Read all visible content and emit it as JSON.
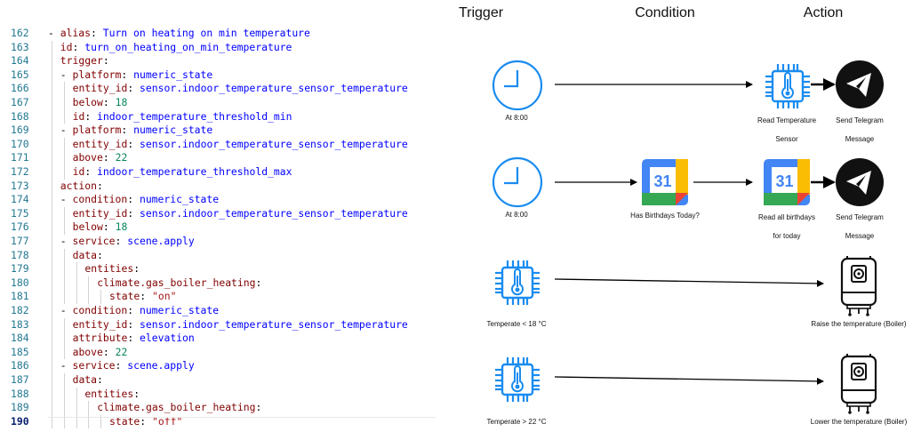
{
  "code": {
    "lines": [
      {
        "num": "162",
        "indent": 0,
        "dash": true,
        "key": "alias",
        "val": "Turn on heating on min temperature",
        "vtype": "v"
      },
      {
        "num": "163",
        "indent": 1,
        "dash": false,
        "key": "id",
        "val": "turn_on_heating_on_min_temperature",
        "vtype": "v"
      },
      {
        "num": "164",
        "indent": 1,
        "dash": false,
        "key": "trigger",
        "val": "",
        "vtype": "v"
      },
      {
        "num": "165",
        "indent": 1,
        "dash": true,
        "key": "platform",
        "val": "numeric_state",
        "vtype": "v"
      },
      {
        "num": "166",
        "indent": 2,
        "dash": false,
        "key": "entity_id",
        "val": "sensor.indoor_temperature_sensor_temperature",
        "vtype": "v"
      },
      {
        "num": "167",
        "indent": 2,
        "dash": false,
        "key": "below",
        "val": "18",
        "vtype": "n"
      },
      {
        "num": "168",
        "indent": 2,
        "dash": false,
        "key": "id",
        "val": "indoor_temperature_threshold_min",
        "vtype": "v"
      },
      {
        "num": "169",
        "indent": 1,
        "dash": true,
        "key": "platform",
        "val": "numeric_state",
        "vtype": "v"
      },
      {
        "num": "170",
        "indent": 2,
        "dash": false,
        "key": "entity_id",
        "val": "sensor.indoor_temperature_sensor_temperature",
        "vtype": "v"
      },
      {
        "num": "171",
        "indent": 2,
        "dash": false,
        "key": "above",
        "val": "22",
        "vtype": "n"
      },
      {
        "num": "172",
        "indent": 2,
        "dash": false,
        "key": "id",
        "val": "indoor_temperature_threshold_max",
        "vtype": "v"
      },
      {
        "num": "173",
        "indent": 1,
        "dash": false,
        "key": "action",
        "val": "",
        "vtype": "v"
      },
      {
        "num": "174",
        "indent": 1,
        "dash": true,
        "key": "condition",
        "val": "numeric_state",
        "vtype": "v"
      },
      {
        "num": "175",
        "indent": 2,
        "dash": false,
        "key": "entity_id",
        "val": "sensor.indoor_temperature_sensor_temperature",
        "vtype": "v"
      },
      {
        "num": "176",
        "indent": 2,
        "dash": false,
        "key": "below",
        "val": "18",
        "vtype": "n"
      },
      {
        "num": "177",
        "indent": 1,
        "dash": true,
        "key": "service",
        "val": "scene.apply",
        "vtype": "v"
      },
      {
        "num": "178",
        "indent": 2,
        "dash": false,
        "key": "data",
        "val": "",
        "vtype": "v"
      },
      {
        "num": "179",
        "indent": 3,
        "dash": false,
        "key": "entities",
        "val": "",
        "vtype": "v"
      },
      {
        "num": "180",
        "indent": 4,
        "dash": false,
        "key": "climate.gas_boiler_heating",
        "val": "",
        "vtype": "v"
      },
      {
        "num": "181",
        "indent": 5,
        "dash": false,
        "key": "state",
        "val": "\"on\"",
        "vtype": "s"
      },
      {
        "num": "182",
        "indent": 1,
        "dash": true,
        "key": "condition",
        "val": "numeric_state",
        "vtype": "v"
      },
      {
        "num": "183",
        "indent": 2,
        "dash": false,
        "key": "entity_id",
        "val": "sensor.indoor_temperature_sensor_temperature",
        "vtype": "v"
      },
      {
        "num": "184",
        "indent": 2,
        "dash": false,
        "key": "attribute",
        "val": "elevation",
        "vtype": "v"
      },
      {
        "num": "185",
        "indent": 2,
        "dash": false,
        "key": "above",
        "val": "22",
        "vtype": "n"
      },
      {
        "num": "186",
        "indent": 1,
        "dash": true,
        "key": "service",
        "val": "scene.apply",
        "vtype": "v"
      },
      {
        "num": "187",
        "indent": 2,
        "dash": false,
        "key": "data",
        "val": "",
        "vtype": "v"
      },
      {
        "num": "188",
        "indent": 3,
        "dash": false,
        "key": "entities",
        "val": "",
        "vtype": "v"
      },
      {
        "num": "189",
        "indent": 4,
        "dash": false,
        "key": "climate.gas_boiler_heating",
        "val": "",
        "vtype": "v"
      },
      {
        "num": "190",
        "indent": 5,
        "dash": false,
        "key": "state",
        "val": "\"off\"",
        "vtype": "s",
        "active": true
      }
    ]
  },
  "diagram": {
    "headers": {
      "trigger": "Trigger",
      "condition": "Condition",
      "action": "Action"
    },
    "row1": {
      "trigger_label": "At 8:00",
      "action1_label_line1": "Read Temperature",
      "action1_label_line2": "Sensor",
      "action2_label_line1": "Send Telegram",
      "action2_label_line2": "Message"
    },
    "row2": {
      "trigger_label": "At 8:00",
      "condition_label": "Has Birthdays Today?",
      "calendar_day": "31",
      "action1_label_line1": "Read all birthdays",
      "action1_label_line2": "for today",
      "action2_label_line1": "Send Telegram",
      "action2_label_line2": "Message"
    },
    "row3": {
      "trigger_label": "Temperate < 18 °C",
      "action_label": "Raise the temperature (Boiler)"
    },
    "row4": {
      "trigger_label": "Temperate > 22 °C",
      "action_label": "Lower the temperature (Boiler)"
    },
    "colors": {
      "icon_blue": "#1a8cf0",
      "google_blue": "#4285f4",
      "google_red": "#ea4335",
      "google_yellow": "#fbbc04",
      "google_green": "#34a853",
      "telegram_bg": "#111111"
    }
  }
}
